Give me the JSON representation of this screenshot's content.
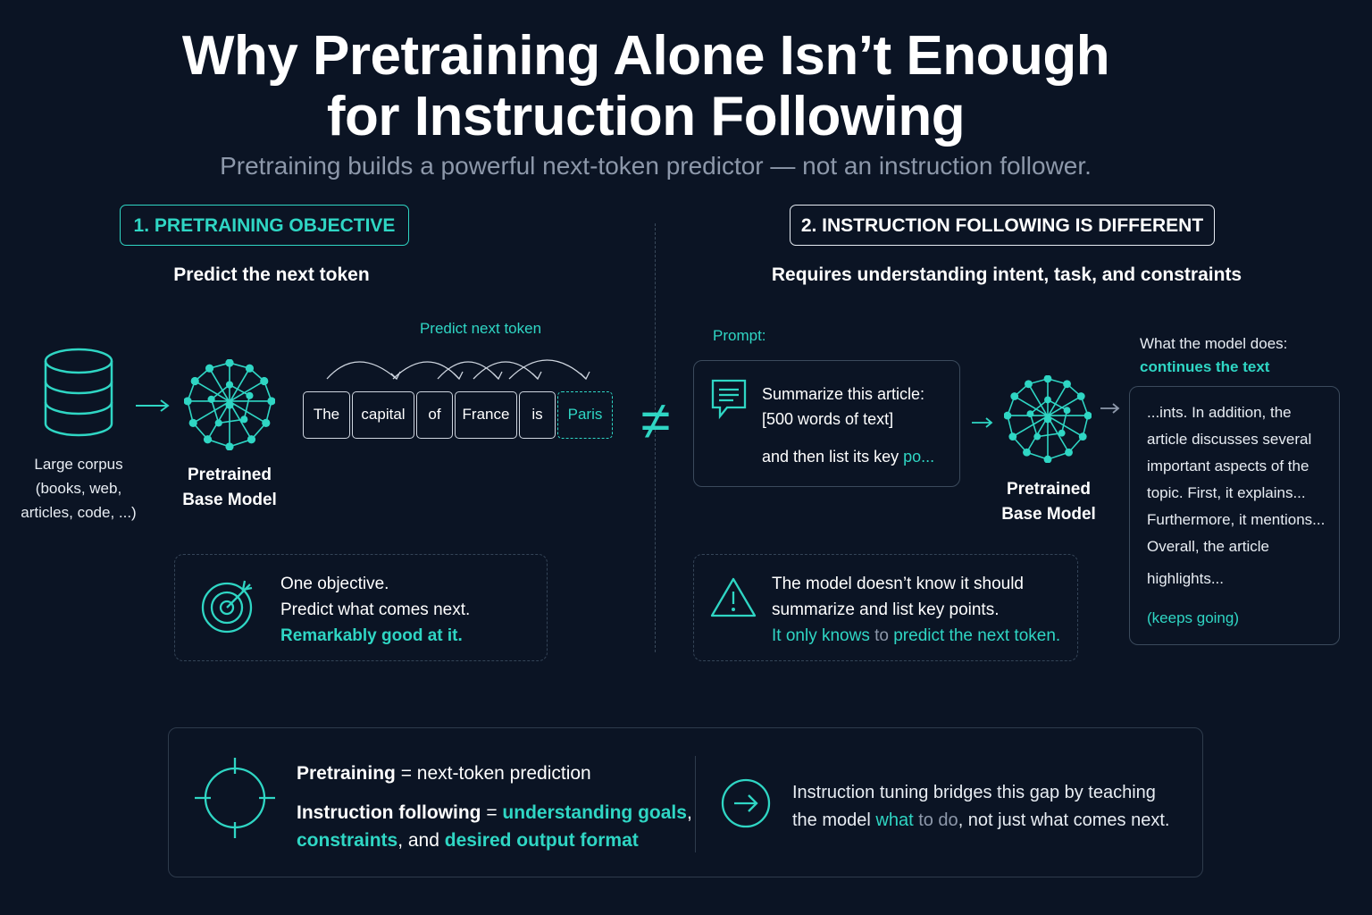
{
  "title": {
    "line1": "Why Pretraining Alone Isn’t Enough",
    "line2": "for Instruction Following",
    "subtitle": "Pretraining builds a powerful next-token predictor — not an instruction follower."
  },
  "left": {
    "pill": "1. PRETRAINING OBJECTIVE",
    "heading": "Predict the next token",
    "corpus": [
      "Large corpus",
      "(books, web,",
      "articles, code, ...)"
    ],
    "model": [
      "Pretrained",
      "Base Model"
    ],
    "predict_label": "Predict next token",
    "tokens": [
      "The",
      "capital",
      "of",
      "France",
      "is",
      "Paris"
    ],
    "card": {
      "line1": "One objective.",
      "line2": "Predict what comes next.",
      "line3": "Remarkably good at it."
    }
  },
  "not_equal": "≠",
  "right": {
    "pill": "2. INSTRUCTION FOLLOWING IS DIFFERENT",
    "heading": "Requires understanding intent, task, and constraints",
    "prompt_label": "Prompt:",
    "prompt": {
      "line1": "Summarize this article:",
      "line2": "[500 words of text]",
      "line3_a": "and then list its key ",
      "line3_b": "po..."
    },
    "model": [
      "Pretrained",
      "Base Model"
    ],
    "does_label": "What the model does:",
    "does_value": "continues the text",
    "output": [
      "...ints. In addition, the",
      "article discusses several",
      "important aspects of the",
      "topic. First, it explains...",
      "Furthermore, it mentions...",
      "Overall, the article",
      "highlights..."
    ],
    "output_more": "(keeps going)",
    "warning": {
      "line1": "The model doesn’t know it should",
      "line2": "summarize and list key points.",
      "l3_a": "It only knows",
      "l3_b": " to ",
      "l3_c": "predict the next token."
    }
  },
  "bottom": {
    "l1_bold": "Pretraining",
    "l1_rest": " = next-token prediction",
    "l2_bold": "Instruction following",
    "l2_eq": " = ",
    "l2_teal1": "understanding goals",
    "l2_comma": ",",
    "l3_teal1": "constraints",
    "l3_and": ", and ",
    "l3_teal2": "desired output format",
    "r1": "Instruction tuning bridges this gap by teaching",
    "r2_a": "the model ",
    "r2_teal": "what",
    "r2_b": " to do",
    "r2_c": ", not just what comes next."
  },
  "colors": {
    "background": "#0b1424",
    "accent": "#2fd6c4",
    "muted": "#8d98aa"
  },
  "icons": [
    "database-icon",
    "neural-network-icon",
    "target-icon",
    "chat-icon",
    "warning-icon",
    "crosshair-icon",
    "arrow-right-circle-icon"
  ]
}
